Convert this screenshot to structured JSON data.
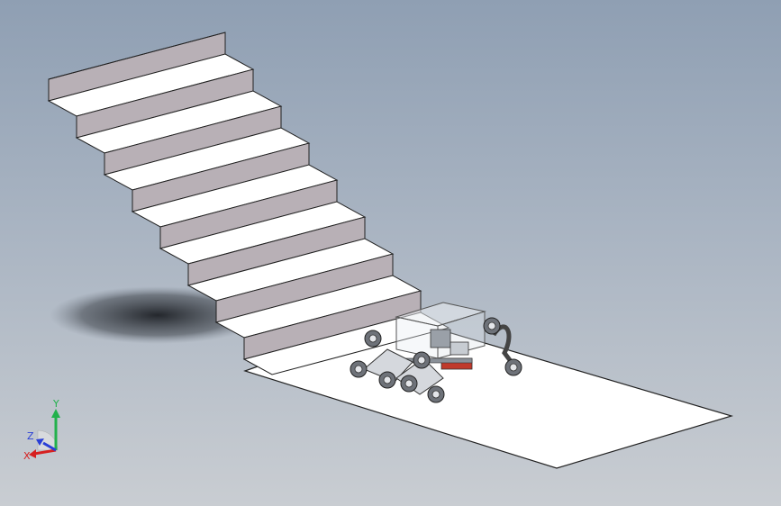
{
  "viewport": {
    "background_top": "#8f9fb3",
    "background_bottom": "#c9cdd2"
  },
  "model": {
    "stair_step_count": 8,
    "stair_riser_color": "#b8b0b6",
    "stair_tread_color": "#ffffff",
    "floor_color": "#ffffff",
    "robot_frame_color": "#7a7f87",
    "robot_wheel_color": "#6e7279",
    "robot_accent_color": "#c0392b"
  },
  "triad": {
    "x_label": "X",
    "y_label": "Y",
    "z_label": "Z",
    "x_color": "#d62020",
    "y_color": "#22b14c",
    "z_color": "#2a3fd6"
  }
}
